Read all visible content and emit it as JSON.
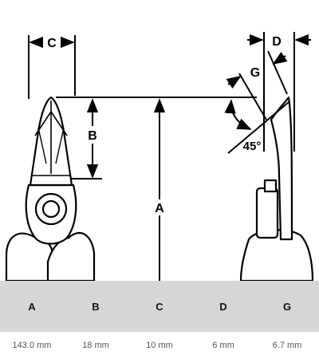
{
  "diagram": {
    "labels": {
      "A": "A",
      "B": "B",
      "C": "C",
      "D": "D",
      "G": "G",
      "angle": "45°"
    }
  },
  "table": {
    "headers": [
      "A",
      "B",
      "C",
      "D",
      "G"
    ],
    "values": [
      "143.0 mm",
      "18 mm",
      "10 mm",
      "6 mm",
      "6.7 mm"
    ]
  }
}
